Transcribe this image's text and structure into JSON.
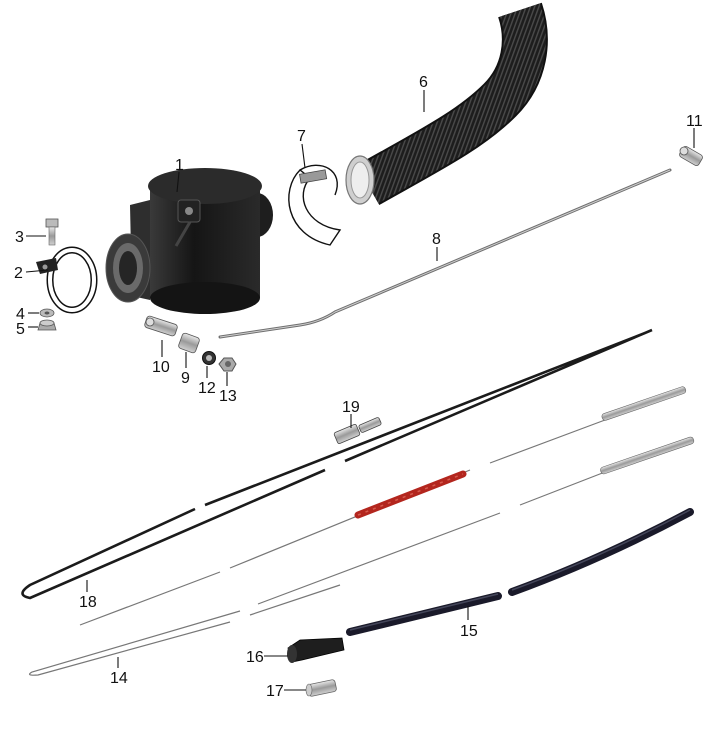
{
  "parts": [
    {
      "id": "p1",
      "number": "1",
      "icon": "air-filter-housing-icon"
    },
    {
      "id": "p2",
      "number": "2",
      "icon": "hose-clamp-bracket-icon"
    },
    {
      "id": "p3",
      "number": "3",
      "icon": "bolt-icon"
    },
    {
      "id": "p4",
      "number": "4",
      "icon": "washer-icon"
    },
    {
      "id": "p5",
      "number": "5",
      "icon": "nut-icon"
    },
    {
      "id": "p6",
      "number": "6",
      "icon": "corrugated-hose-icon"
    },
    {
      "id": "p7",
      "number": "7",
      "icon": "hose-clamp-icon"
    },
    {
      "id": "p8",
      "number": "8",
      "icon": "control-rod-icon"
    },
    {
      "id": "p9",
      "number": "9",
      "icon": "sleeve-icon"
    },
    {
      "id": "p10",
      "number": "10",
      "icon": "cable-clamp-screw-icon"
    },
    {
      "id": "p11",
      "number": "11",
      "icon": "clamp-screw-icon"
    },
    {
      "id": "p12",
      "number": "12",
      "icon": "washer-icon"
    },
    {
      "id": "p13",
      "number": "13",
      "icon": "nut-icon"
    },
    {
      "id": "p14",
      "number": "14",
      "icon": "wire-cable-icon"
    },
    {
      "id": "p15",
      "number": "15",
      "icon": "conduit-tube-icon"
    },
    {
      "id": "p16",
      "number": "16",
      "icon": "rubber-boot-icon"
    },
    {
      "id": "p17",
      "number": "17",
      "icon": "end-sleeve-icon"
    },
    {
      "id": "p18",
      "number": "18",
      "icon": "cable-icon"
    },
    {
      "id": "p19",
      "number": "19",
      "icon": "cable-connector-icon"
    }
  ],
  "colors": {
    "rubber": "#1c1c1c",
    "metal": "#8a8a8a",
    "red_sheath": "#b3261e",
    "outline": "#111111"
  }
}
